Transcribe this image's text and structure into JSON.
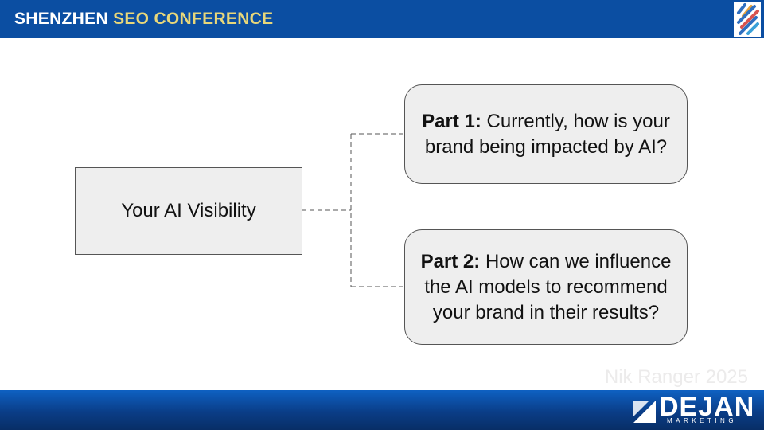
{
  "header": {
    "title_part1": "SHENZHEN",
    "title_part2": "SEO CONFERENCE",
    "logo_icon": "striped-logo-icon"
  },
  "diagram": {
    "root": {
      "label": "Your AI Visibility"
    },
    "parts": [
      {
        "label": "Part 1:",
        "text": "Currently, how is your brand being impacted by AI?"
      },
      {
        "label": "Part 2:",
        "text": "How can we influence the AI models to recommend your brand in their results?"
      }
    ]
  },
  "footer": {
    "watermark": "Nik Ranger 2025",
    "brand_name": "DEJAN",
    "brand_sub": "MARKETING"
  },
  "colors": {
    "header_bg": "#0b4ea2",
    "title_accent": "#e8d77a",
    "box_fill": "#eeeeee",
    "footer_bg": "#0a3d87"
  }
}
